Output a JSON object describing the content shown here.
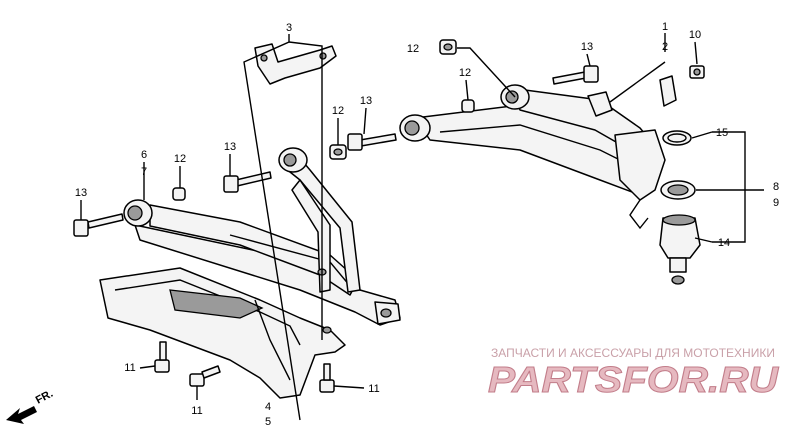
{
  "labels": {
    "l1": "1",
    "l2": "2",
    "l3": "3",
    "l4": "4",
    "l5": "5",
    "l6": "6",
    "l7": "7",
    "l8": "8",
    "l9": "9",
    "l10": "10",
    "l11a": "11",
    "l11b": "11",
    "l11c": "11",
    "l12a": "12",
    "l12b": "12",
    "l12c": "12",
    "l12d": "12",
    "l13a": "13",
    "l13b": "13",
    "l13c": "13",
    "l13d": "13",
    "l14": "14",
    "l15": "15"
  },
  "direction": "FR.",
  "watermark": {
    "caption": "ЗАПЧАСТИ И АКСЕССУАРЫ ДЛЯ МОТОТЕХНИКИ",
    "brand": "PARTSFOR.RU"
  }
}
